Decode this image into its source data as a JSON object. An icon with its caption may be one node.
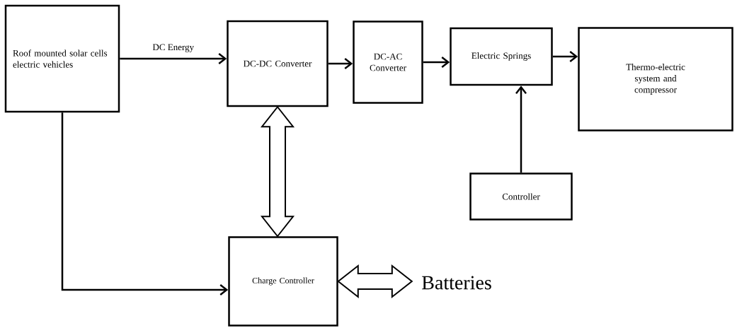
{
  "diagram": {
    "nodes": [
      {
        "text": [
          "Roof mounted solar cells electric vehicles"
        ]
      },
      {
        "text": [
          "DC-DC Converter"
        ]
      },
      {
        "text": [
          "DC-AC Converter"
        ]
      },
      {
        "text": [
          "Electric Springs"
        ]
      },
      {
        "text": [
          "Thermo-electric system and compressor"
        ]
      },
      {
        "text": [
          "Controller"
        ]
      },
      {
        "text": [
          "Charge Controller"
        ]
      },
      {
        "text": [
          "Batteries"
        ]
      }
    ],
    "edges": [
      {
        "from": 0,
        "to": 1,
        "arrow": "to",
        "label": "DC Energy"
      },
      {
        "from": 1,
        "to": 2,
        "arrow": "to"
      },
      {
        "from": 2,
        "to": 3,
        "arrow": "to"
      },
      {
        "from": 3,
        "to": 4,
        "arrow": "to"
      },
      {
        "from": 5,
        "to": 3,
        "arrow": "to"
      },
      {
        "from": 1,
        "to": 6,
        "arrow": "both",
        "style": "thick"
      },
      {
        "from": 0,
        "to": 6,
        "arrow": "to"
      },
      {
        "from": 6,
        "to": 7,
        "arrow": "both",
        "style": "thick"
      }
    ]
  }
}
